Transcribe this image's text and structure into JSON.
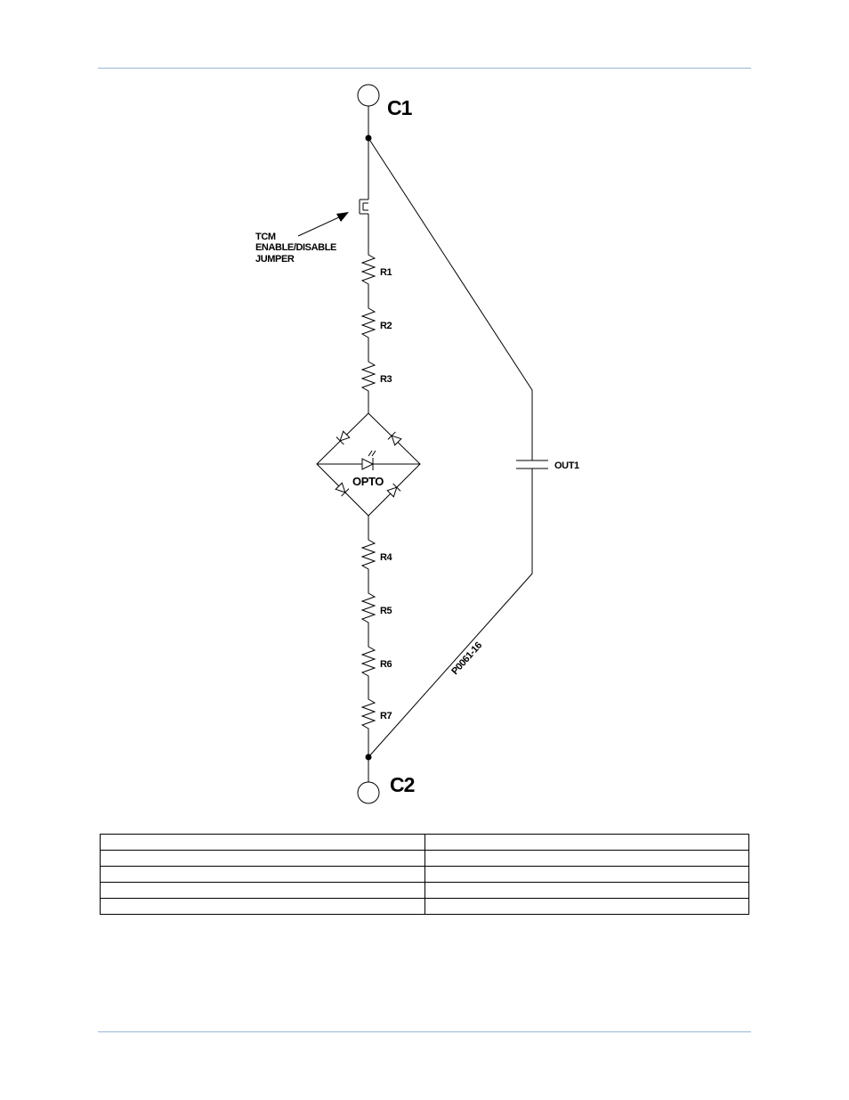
{
  "diagram": {
    "terminal_top": "C1",
    "terminal_bottom": "C2",
    "jumper_label_lines": [
      "TCM",
      "ENABLE/DISABLE",
      "JUMPER"
    ],
    "resistors": [
      "R1",
      "R2",
      "R3",
      "R4",
      "R5",
      "R6",
      "R7"
    ],
    "opto_label": "OPTO",
    "output_label": "OUT1",
    "drawing_number": "P0061-16"
  },
  "table": {
    "rows": [
      [
        "",
        ""
      ],
      [
        "",
        ""
      ],
      [
        "",
        ""
      ],
      [
        "",
        ""
      ],
      [
        "",
        ""
      ]
    ]
  }
}
